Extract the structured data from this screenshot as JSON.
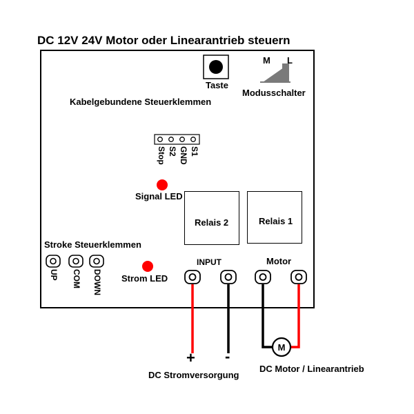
{
  "title": "DC 12V 24V Motor oder Linearantrieb steuern",
  "button": {
    "label": "Taste"
  },
  "mode_switch": {
    "label": "Modusschalter",
    "left": "M",
    "right": "L"
  },
  "wired_terminals": {
    "label": "Kabelgebundene Steuerklemmen",
    "pins": [
      "Stop",
      "S2",
      "GND",
      "S1"
    ]
  },
  "signal_led": {
    "label": "Signal LED",
    "color": "#ff0000"
  },
  "power_led": {
    "label": "Strom LED",
    "color": "#ff0000"
  },
  "relays": [
    {
      "label": "Relais 2"
    },
    {
      "label": "Relais 1"
    }
  ],
  "stroke_terminals": {
    "label": "Stroke Steuerklemmen",
    "pins": [
      "UP",
      "COM",
      "DOWN"
    ]
  },
  "input": {
    "label": "INPUT",
    "plus": "+",
    "minus": "-"
  },
  "motor": {
    "label": "Motor",
    "symbol": "M"
  },
  "power_supply_label": "DC Stromversorgung",
  "motor_caption": "DC Motor / Linearantrieb",
  "colors": {
    "wire_positive": "#ff0000",
    "wire_negative": "#000000",
    "board_line": "#000000"
  }
}
